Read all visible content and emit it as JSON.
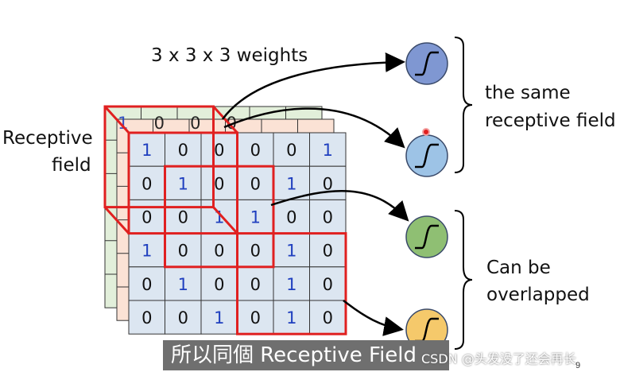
{
  "weights_label": "3 x 3 x 3 weights",
  "receptive_label": [
    "Receptive",
    "field"
  ],
  "same_label": [
    "the same",
    "receptive field"
  ],
  "overlap_label": [
    "Can be",
    "overlapped"
  ],
  "matrix": [
    [
      "1",
      "0",
      "0",
      "0",
      "0",
      "1"
    ],
    [
      "0",
      "1",
      "0",
      "0",
      "1",
      "0"
    ],
    [
      "0",
      "0",
      "1",
      "1",
      "0",
      "0"
    ],
    [
      "1",
      "0",
      "0",
      "0",
      "1",
      "0"
    ],
    [
      "0",
      "1",
      "0",
      "0",
      "1",
      "0"
    ],
    [
      "0",
      "0",
      "1",
      "0",
      "1",
      "0"
    ]
  ],
  "back_layer_digits": [
    "1",
    "0",
    "0",
    "0"
  ],
  "caption": "所以同個 Receptive Field",
  "watermark": "CSDN @头发没了还会再长",
  "page_number": "9",
  "colors": {
    "grid_fill": "#dce6f1",
    "layer2_fill": "#fbe2d5",
    "layer3_fill": "#e2efda",
    "red": "#e02020",
    "one_digit": "#1f3fbf",
    "neuron_blue": "#7f97d2",
    "neuron_lightblue": "#9dc3e6",
    "neuron_green": "#8fbf73",
    "neuron_yellow": "#f5c96b"
  }
}
